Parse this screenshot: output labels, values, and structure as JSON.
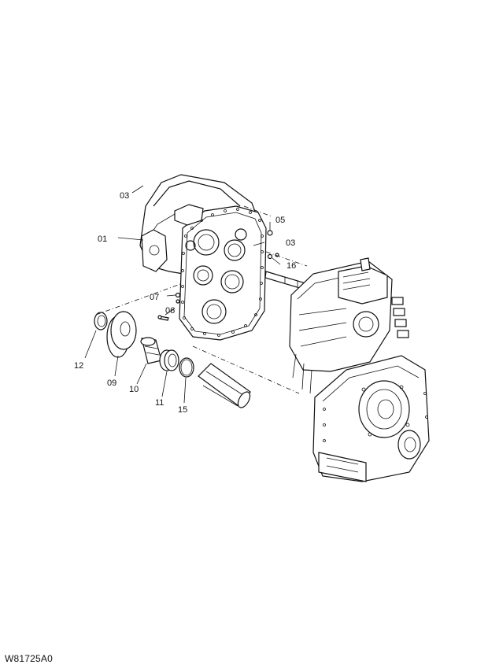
{
  "diagram": {
    "callouts": {
      "c01": "01",
      "c03a": "03",
      "c03b": "03",
      "c05": "05",
      "c06": "06",
      "c07": "07",
      "c09": "09",
      "c10": "10",
      "c11": "11",
      "c12": "12",
      "c15": "15",
      "c16": "16"
    },
    "drawing_code": "W81725A0"
  }
}
